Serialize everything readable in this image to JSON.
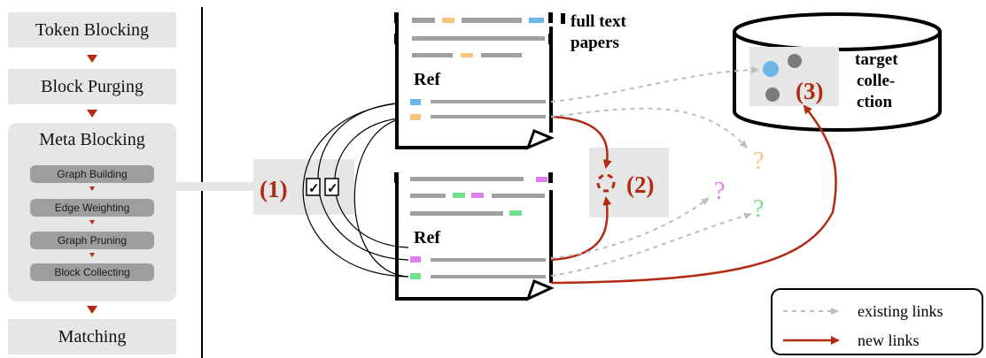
{
  "pipeline": {
    "token_blocking": "Token Blocking",
    "block_purging": "Block Purging",
    "meta_blocking": "Meta Blocking",
    "sub_steps": [
      "Graph Building",
      "Edge Weighting",
      "Graph Pruning",
      "Block Collecting"
    ],
    "matching": "Matching"
  },
  "diagram": {
    "step1": "(1)",
    "step2": "(2)",
    "step3": "(3)",
    "checkmark": "✓",
    "ref_label": "Ref",
    "papers_label_line1": "full text",
    "papers_label_line2": "papers",
    "target_line1": "target",
    "target_line2": "colle-",
    "target_line3": "ction",
    "question": "?"
  },
  "legend": {
    "existing": "existing links",
    "new": "new links"
  },
  "colors": {
    "accent_red": "#b22a12",
    "blue": "#6ab6e6",
    "orange": "#f5c57a",
    "magenta": "#dd7fea",
    "green": "#6fe18b",
    "gray_dash": "#bdbdbd",
    "box_gray": "#e6e6e6"
  }
}
